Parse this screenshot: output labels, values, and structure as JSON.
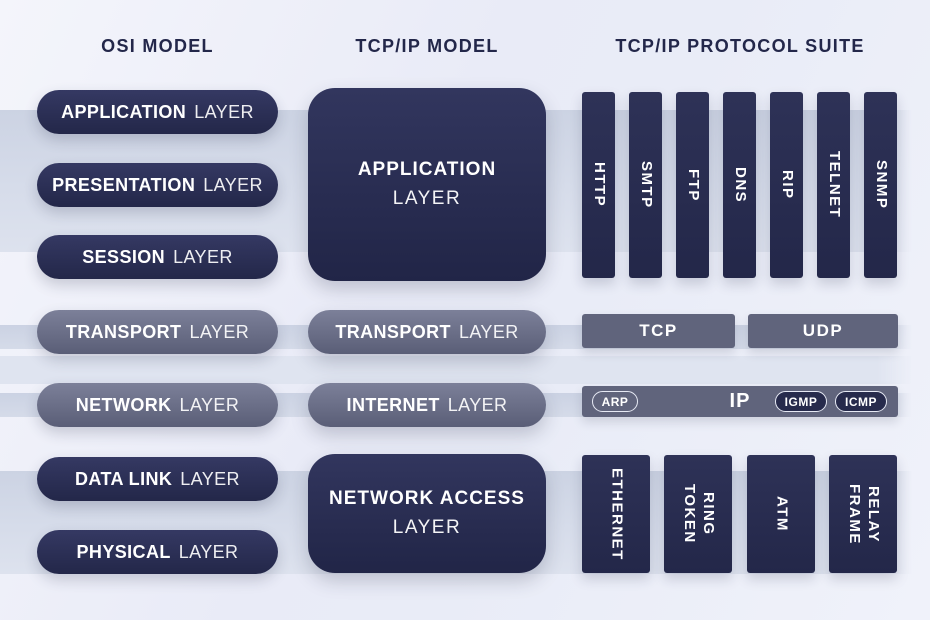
{
  "headers": {
    "osi": "OSI MODEL",
    "tcpip": "TCP/IP MODEL",
    "suite": "TCP/IP PROTOCOL SUITE"
  },
  "osi_model": {
    "layers": [
      {
        "name": "APPLICATION",
        "suffix": "LAYER",
        "tone": "dark"
      },
      {
        "name": "PRESENTATION",
        "suffix": "LAYER",
        "tone": "dark"
      },
      {
        "name": "SESSION",
        "suffix": "LAYER",
        "tone": "dark"
      },
      {
        "name": "TRANSPORT",
        "suffix": "LAYER",
        "tone": "gray"
      },
      {
        "name": "NETWORK",
        "suffix": "LAYER",
        "tone": "gray"
      },
      {
        "name": "DATA LINK",
        "suffix": "LAYER",
        "tone": "dark"
      },
      {
        "name": "PHYSICAL",
        "suffix": "LAYER",
        "tone": "dark"
      }
    ]
  },
  "tcpip_model": {
    "application": {
      "line1": "APPLICATION",
      "line2": "LAYER"
    },
    "transport": {
      "name": "TRANSPORT",
      "suffix": "LAYER"
    },
    "internet": {
      "name": "INTERNET",
      "suffix": "LAYER"
    },
    "network_access": {
      "line1": "NETWORK ACCESS",
      "line2": "LAYER"
    }
  },
  "protocol_suite": {
    "application_protocols": [
      "HTTP",
      "SMTP",
      "FTP",
      "DNS",
      "RIP",
      "TELNET",
      "SNMP"
    ],
    "transport_protocols": [
      "TCP",
      "UDP"
    ],
    "internet_row": {
      "main": "IP",
      "left_pill": "ARP",
      "right_pills": [
        "IGMP",
        "ICMP"
      ]
    },
    "network_access_protocols": [
      "ETHERNET",
      "TOKEN\nRING",
      "ATM",
      "FRAME\nRELAY"
    ]
  },
  "colors": {
    "navy": "#262a49",
    "slate": "#60647c",
    "band": "#d2d9e7",
    "background": "#eceef8",
    "text": "#ffffff"
  }
}
